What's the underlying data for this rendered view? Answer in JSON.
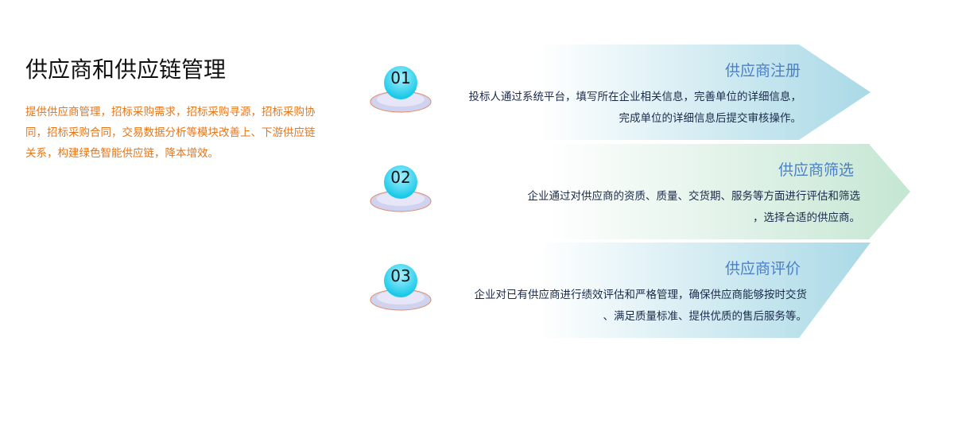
{
  "intro": {
    "title": "供应商和供应链管理",
    "description": "提供供应商管理，招标采购需求，招标采购寻源，招标采购协同，招标采购合同，交易数据分析等模块改善上、下游供应链关系，构建绿色智能供应链，降本增效。"
  },
  "steps": [
    {
      "number": "01",
      "title": "供应商注册",
      "text_line1": "投标人通过系统平台，填写所在企业相关信息，完善单位的详细信息，",
      "text_line2": "完成单位的详细信息后提交审核操作。",
      "band_color": "#a9d9e6"
    },
    {
      "number": "02",
      "title": "供应商筛选",
      "text_line1": "企业通过对供应商的资质、质量、交货期、服务等方面进行评估和筛选",
      "text_line2": "，选择合适的供应商。",
      "band_color": "#c5e6d3"
    },
    {
      "number": "03",
      "title": "供应商评价",
      "text_line1": "企业对已有供应商进行绩效评估和严格管理，确保供应商能够按时交货",
      "text_line2": "、满足质量标准、提供优质的售后服务等。",
      "band_color": "#a9d9e6"
    }
  ]
}
